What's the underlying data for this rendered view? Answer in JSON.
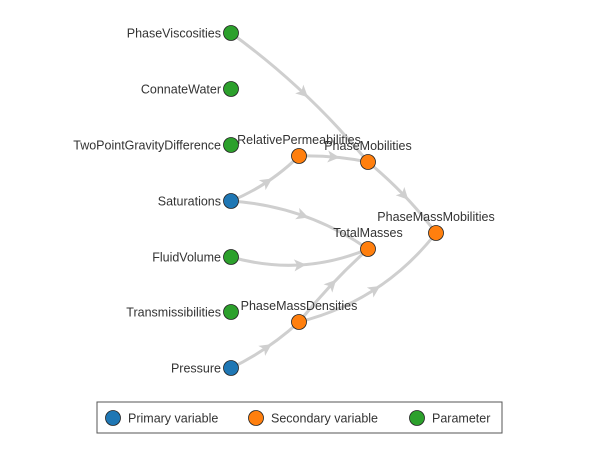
{
  "colors": {
    "primary": "#1f77b4",
    "secondary": "#ff7f0e",
    "parameter": "#2ca02c",
    "edge": "#cfcfcf"
  },
  "nodes": [
    {
      "id": "PhaseViscosities",
      "label": "PhaseViscosities",
      "kind": "parameter"
    },
    {
      "id": "ConnateWater",
      "label": "ConnateWater",
      "kind": "parameter"
    },
    {
      "id": "TwoPointGravityDifference",
      "label": "TwoPointGravityDifference",
      "kind": "parameter"
    },
    {
      "id": "Saturations",
      "label": "Saturations",
      "kind": "primary"
    },
    {
      "id": "FluidVolume",
      "label": "FluidVolume",
      "kind": "parameter"
    },
    {
      "id": "Transmissibilities",
      "label": "Transmissibilities",
      "kind": "parameter"
    },
    {
      "id": "Pressure",
      "label": "Pressure",
      "kind": "primary"
    },
    {
      "id": "RelativePermeabilities",
      "label": "RelativePermeabilities",
      "kind": "secondary"
    },
    {
      "id": "PhaseMobilities",
      "label": "PhaseMobilities",
      "kind": "secondary"
    },
    {
      "id": "TotalMasses",
      "label": "TotalMasses",
      "kind": "secondary"
    },
    {
      "id": "PhaseMassMobilities",
      "label": "PhaseMassMobilities",
      "kind": "secondary"
    },
    {
      "id": "PhaseMassDensities",
      "label": "PhaseMassDensities",
      "kind": "secondary"
    }
  ],
  "edges": [
    [
      "PhaseViscosities",
      "PhaseMobilities"
    ],
    [
      "Saturations",
      "RelativePermeabilities"
    ],
    [
      "RelativePermeabilities",
      "PhaseMobilities"
    ],
    [
      "Saturations",
      "TotalMasses"
    ],
    [
      "FluidVolume",
      "TotalMasses"
    ],
    [
      "PhaseMassDensities",
      "TotalMasses"
    ],
    [
      "Pressure",
      "PhaseMassDensities"
    ],
    [
      "PhaseMobilities",
      "PhaseMassMobilities"
    ],
    [
      "PhaseMassDensities",
      "PhaseMassMobilities"
    ]
  ],
  "legend": [
    {
      "kind": "primary",
      "label": "Primary variable"
    },
    {
      "kind": "secondary",
      "label": "Secondary variable"
    },
    {
      "kind": "parameter",
      "label": "Parameter"
    }
  ]
}
